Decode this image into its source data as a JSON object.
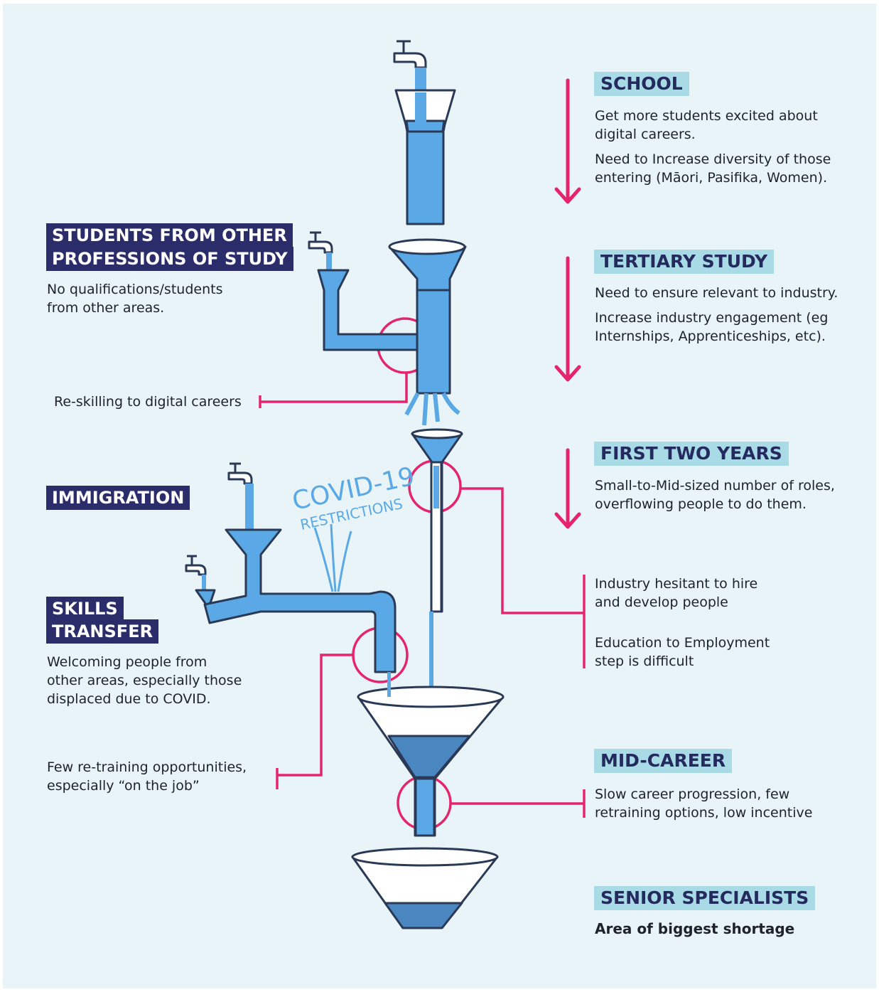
{
  "colors": {
    "background": "#e8f4f8",
    "accent_pink": "#e6246e",
    "water_blue": "#5aa9e6",
    "pipe_dark": "#3b5b8c",
    "header_light": "#a8dbe6",
    "header_dark": "#2b2d6a"
  },
  "right_column": {
    "school": {
      "title": "SCHOOL",
      "line1": "Get more students excited about\ndigital careers.",
      "line2": "Need to Increase diversity of those\nentering (Māori, Pasifika, Women)."
    },
    "tertiary": {
      "title": "TERTIARY STUDY",
      "line1": "Need to ensure relevant to industry.",
      "line2": "Increase industry engagement (eg\nInternships, Apprenticeships, etc)."
    },
    "first_two_years": {
      "title": "FIRST TWO YEARS",
      "line1": "Small-to-Mid-sized number of roles,\noverflowing people to do them."
    },
    "industry_hesitant": "Industry hesitant to hire\nand develop people",
    "education_step": "Education to Employment\nstep is difficult",
    "mid_career": {
      "title": "MID-CAREER",
      "line1": "Slow career progression, few\nretraining options, low incentive"
    },
    "senior": {
      "title": "SENIOR SPECIALISTS",
      "line1": "Area of biggest shortage"
    }
  },
  "left_column": {
    "students_other": {
      "title_line1": "STUDENTS FROM OTHER",
      "title_line2": "PROFESSIONS OF STUDY",
      "text": "No qualifications/students\nfrom other areas."
    },
    "reskilling": "Re-skilling to digital careers",
    "immigration": {
      "title": "IMMIGRATION"
    },
    "skills_transfer": {
      "title_line1": "SKILLS",
      "title_line2": "TRANSFER",
      "text": "Welcoming people from\nother areas, especially those\ndisplaced due to COVID."
    },
    "few_retraining": "Few re-training opportunities,\nespecially “on the job”"
  },
  "illustration": {
    "covid_line1": "COVID-19",
    "covid_line2": "RESTRICTIONS"
  }
}
